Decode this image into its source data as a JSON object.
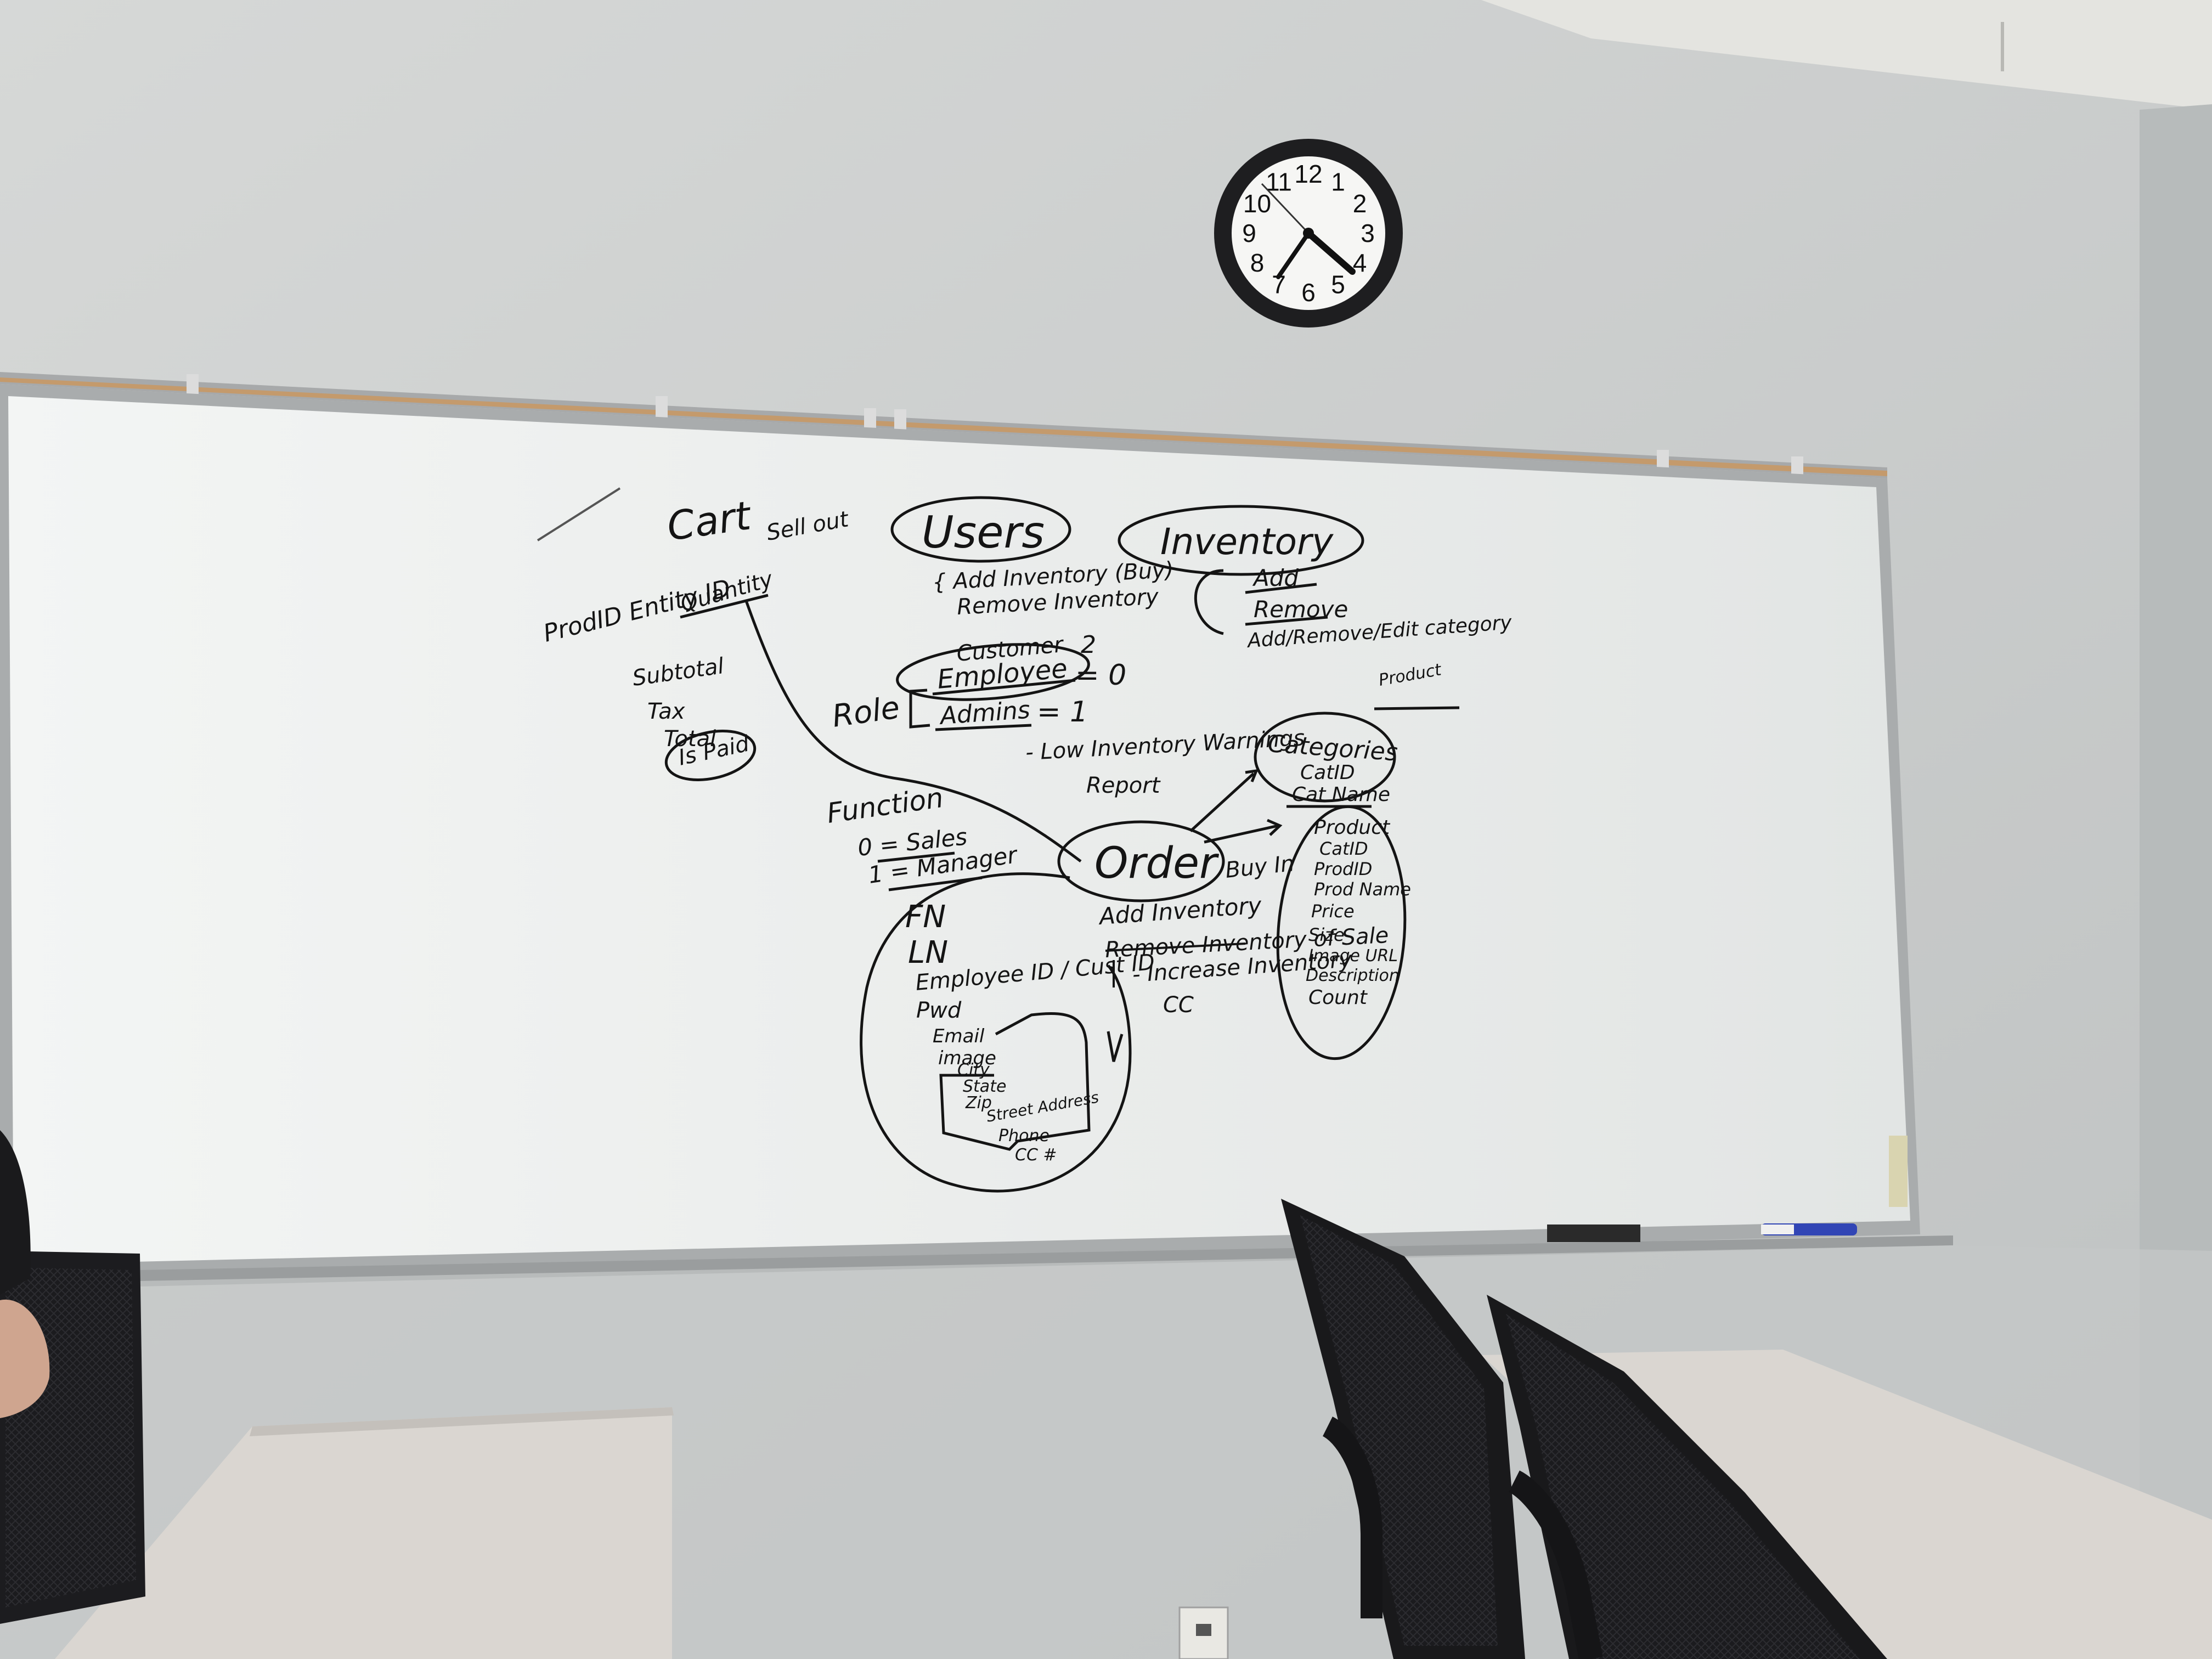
{
  "scene": {
    "colors": {
      "wall": "#c9cbcb",
      "wall_light": "#d9dbda",
      "board": "#eef0ef",
      "board_frame": "#b9bcbd",
      "tray": "#a8aaab",
      "cork": "#c49a6c",
      "ink": "#141414",
      "desk": "#d8d4cf",
      "chair": "#1a1a1c"
    },
    "clock": {
      "numerals": [
        "12",
        "1",
        "2",
        "3",
        "4",
        "5",
        "6",
        "7",
        "8",
        "9",
        "10",
        "11"
      ]
    },
    "whiteboard": {
      "cart": {
        "title": "Cart",
        "sell_out": "Sell out",
        "fields": [
          "ProdID Entity ID",
          "Quantity"
        ],
        "totals": [
          "Subtotal",
          "Tax",
          "Total",
          "Is Paid"
        ]
      },
      "users": {
        "title": "Users",
        "actions": [
          "{ Add Inventory (Buy)",
          "Remove Inventory"
        ]
      },
      "inventory": {
        "title": "Inventory",
        "actions": [
          "Add",
          "Remove",
          "Add/Remove/Edit category",
          "Product"
        ]
      },
      "role": {
        "label": "Role",
        "items": [
          "Customer",
          "Employee",
          "Admins"
        ],
        "values": [
          "2",
          "= 0",
          "= 1"
        ],
        "report": [
          "- Low Inventory Warnings",
          "Report"
        ]
      },
      "function": {
        "label": "Function",
        "items": [
          "0 = Sales",
          "1 = Manager"
        ]
      },
      "categories": {
        "title": "Categories",
        "fields": [
          "CatID",
          "Cat Name"
        ]
      },
      "product": {
        "fields": [
          "Product",
          "CatID",
          "ProdID",
          "Prod Name",
          "Price",
          "Size",
          "Image URL",
          "Description",
          "Count"
        ]
      },
      "order": {
        "title": "Order",
        "side_label": "Buy In",
        "notes": [
          "Add Inventory",
          "Remove Inventory of Sale",
          "- Increase Inventory",
          "CC"
        ]
      },
      "person": {
        "fields": [
          "FN",
          "LN",
          "Employee ID / Cust ID",
          "Pwd",
          "Email",
          "image"
        ],
        "address": [
          "City",
          "State",
          "Zip",
          "Street Address",
          "Phone",
          "CC #"
        ]
      }
    }
  }
}
